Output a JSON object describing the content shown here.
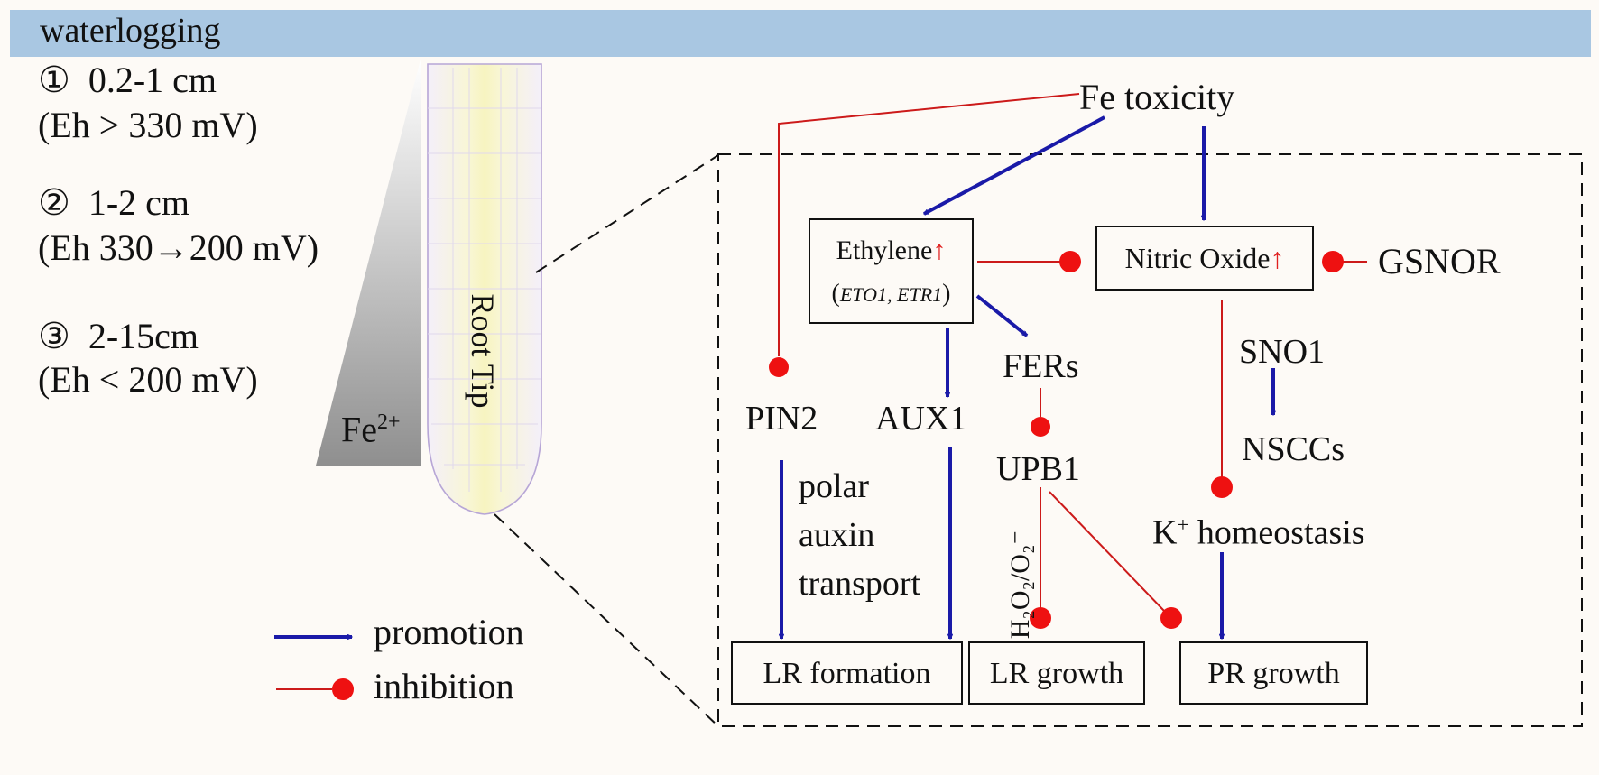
{
  "header": {
    "title": "waterlogging"
  },
  "zones": [
    {
      "index": "①",
      "depth": "0.2-1 cm",
      "eh": "(Eh > 330 mV)"
    },
    {
      "index": "②",
      "depth": "1-2 cm",
      "eh": "(Eh 330→200 mV)"
    },
    {
      "index": "③",
      "depth": "2-15cm",
      "eh": "(Eh < 200 mV)"
    }
  ],
  "gradient": {
    "label_base": "Fe",
    "label_sup": "2+"
  },
  "root": {
    "label": "Root Tip"
  },
  "nodes": {
    "fe_toxicity": "Fe toxicity",
    "ethylene": "Ethylene",
    "ethylene_genes": "ETO1, ETR1",
    "nitric_oxide": "Nitric Oxide",
    "gsnor": "GSNOR",
    "fers": "FERs",
    "sno1": "SNO1",
    "nsccs": "NSCCs",
    "pin2": "PIN2",
    "aux1": "AUX1",
    "upb1": "UPB1",
    "k_homeostasis_ion": "K",
    "k_homeostasis_sup": "+",
    "k_homeostasis_rest": " homeostasis",
    "polar_auxin_transport": [
      "polar",
      "auxin",
      "transport"
    ],
    "ros_h2o2": "H₂O₂/O₂⁻",
    "lr_formation": "LR formation",
    "lr_growth": "LR growth",
    "pr_growth": "PR growth"
  },
  "legend": {
    "promotion": "promotion",
    "inhibition": "inhibition"
  },
  "colors": {
    "banner": "#a9c7e2",
    "promotion": "#1a1aa8",
    "inhibition": "#cc1a1a",
    "inhibition_dot": "#ee1111",
    "background": "#fdfaf6"
  }
}
